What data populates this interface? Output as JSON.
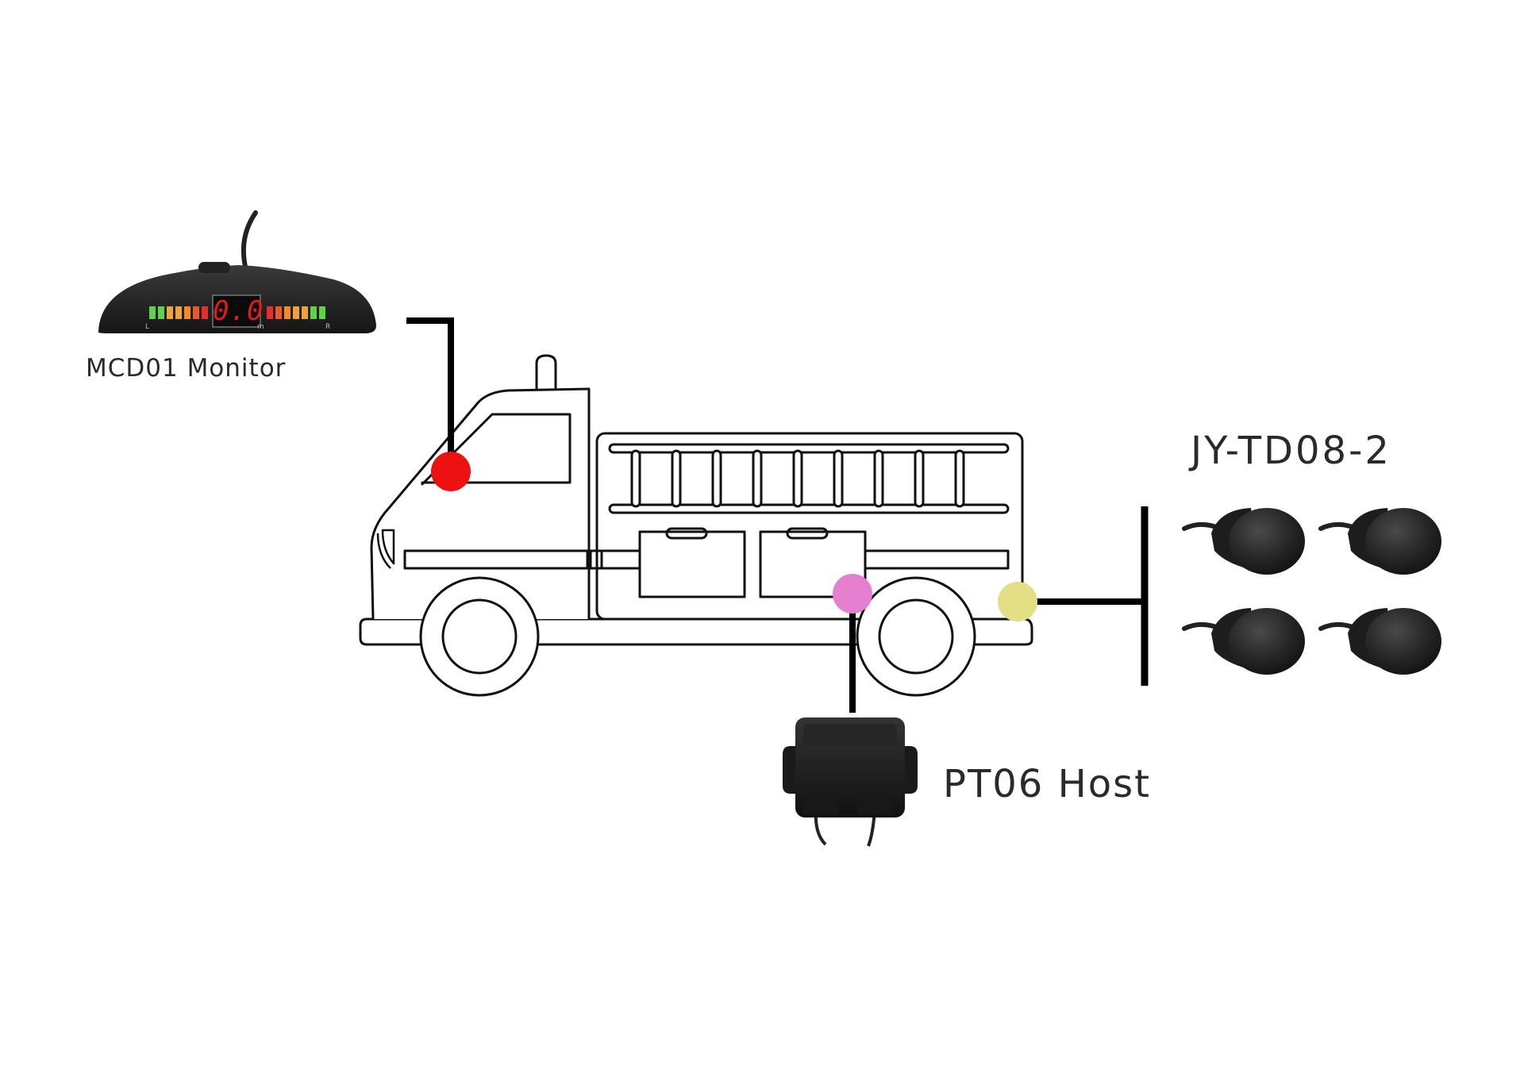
{
  "labels": {
    "monitor": "MCD01 Monitor",
    "sensors": "JY-TD08-2",
    "host": "PT06 Host"
  },
  "monitor": {
    "readout": "0.0",
    "side_left": "L",
    "side_mid": "m",
    "side_right": "R"
  },
  "connection_points": [
    {
      "name": "monitor-connection-dot",
      "color": "#ee1111"
    },
    {
      "name": "host-connection-dot",
      "color": "#e77fd1"
    },
    {
      "name": "sensor-connection-dot",
      "color": "#e3df85"
    }
  ],
  "icons": [
    "truck-outline",
    "monitor-display",
    "host-control-box",
    "parking-sensor"
  ]
}
